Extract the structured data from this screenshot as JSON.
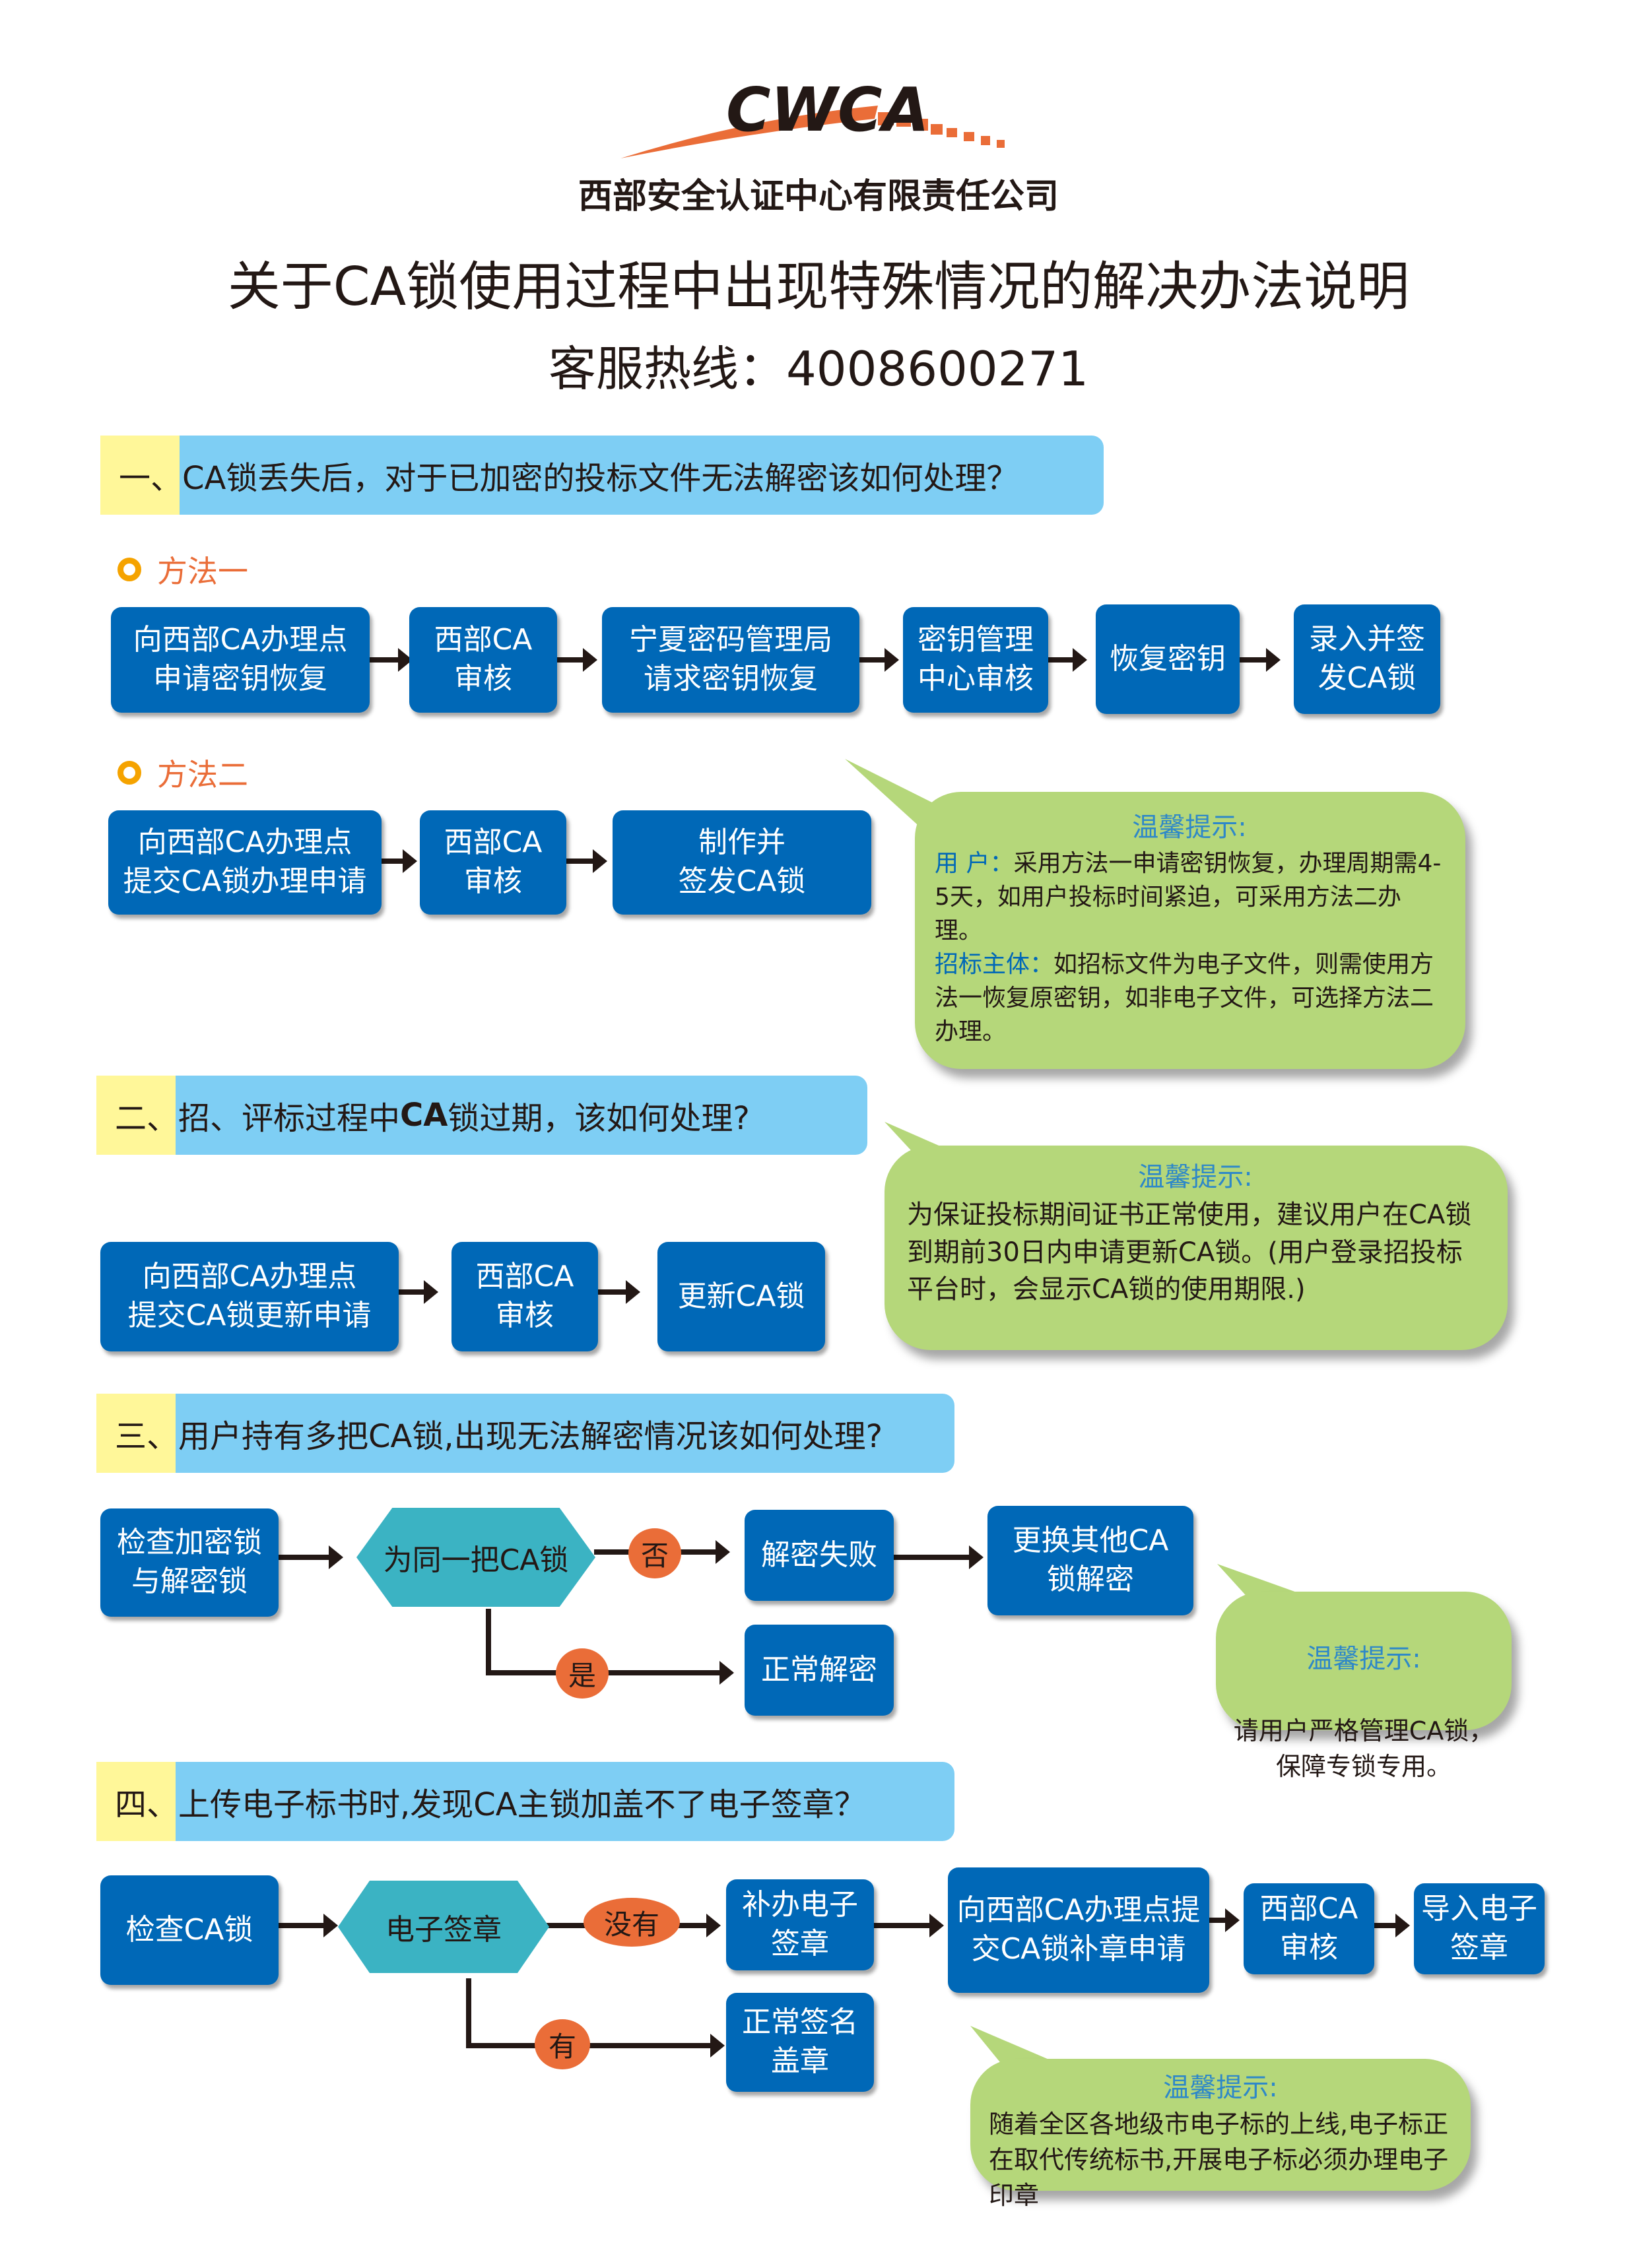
{
  "logo": {
    "text": "CWCA",
    "company": "西部安全认证中心有限责任公司"
  },
  "title": "关于CA锁使用过程中出现特殊情况的解决办法说明",
  "hotline": "客服热线：4008600271",
  "colors": {
    "box": "#0068b7",
    "hex": "#3bb3c3",
    "oval": "#ea6d38",
    "bubble": "#b5d77a",
    "question_bar": "#7ecef4",
    "number_block": "#fff799"
  },
  "q1": {
    "label": "一、CA锁丢失后，对于已加密的投标文件无法解密该如何处理？",
    "method1": {
      "label": "方法一",
      "steps": [
        "向西部CA办理点\n申请密钥恢复",
        "西部CA\n审核",
        "宁夏密码管理局\n请求密钥恢复",
        "密钥管理\n中心审核",
        "恢复密钥",
        "录入并签\n发CA锁"
      ]
    },
    "method2": {
      "label": "方法二",
      "steps": [
        "向西部CA办理点\n提交CA锁办理申请",
        "西部CA\n审核",
        "制作并\n签发CA锁"
      ]
    },
    "tip": {
      "title": "温馨提示:",
      "user_label": "用  户：",
      "user_text": "采用方法一申请密钥恢复，办理周期需4-5天，如用户投标时间紧迫，可采用方法二办理。",
      "bidder_label": "招标主体：",
      "bidder_text": "如招标文件为电子文件，则需使用方法一恢复原密钥，如非电子文件，可选择方法二办理。"
    }
  },
  "q2": {
    "label_pre": "二、招、评标过程中",
    "label_bold": "CA",
    "label_post": "锁过期，该如何处理?",
    "steps": [
      "向西部CA办理点\n提交CA锁更新申请",
      "西部CA\n审核",
      "更新CA锁"
    ],
    "tip": {
      "title": "温馨提示:",
      "text": "为保证投标期间证书正常使用，建议用户在CA锁到期前30日内申请更新CA锁。(用户登录招投标平台时，会显示CA锁的使用期限.)"
    }
  },
  "q3": {
    "label": "三、用户持有多把CA锁,出现无法解密情况该如何处理?",
    "start": "检查加密锁\n与解密锁",
    "decision": "为同一把CA锁",
    "no": "否",
    "yes": "是",
    "fail": "解密失败",
    "replace": "更换其他CA\n锁解密",
    "normal": "正常解密",
    "tip": {
      "title": "温馨提示:",
      "text": "请用户严格管理CA锁，\n保障专锁专用。"
    }
  },
  "q4": {
    "label": "四、上传电子标书时,发现CA主锁加盖不了电子签章？",
    "start": "检查CA锁",
    "decision": "电子签章",
    "no": "没有",
    "yes": "有",
    "reissue": "补办电子\n签章",
    "apply": "向西部CA办理点提\n交CA锁补章申请",
    "review": "西部CA\n审核",
    "import": "导入电子\n签章",
    "normal": "正常签名\n盖章",
    "tip": {
      "title": "温馨提示:",
      "text": "随着全区各地级市电子标的上线,电子标正在取代传统标书,开展电子标必须办理电子印章"
    }
  }
}
